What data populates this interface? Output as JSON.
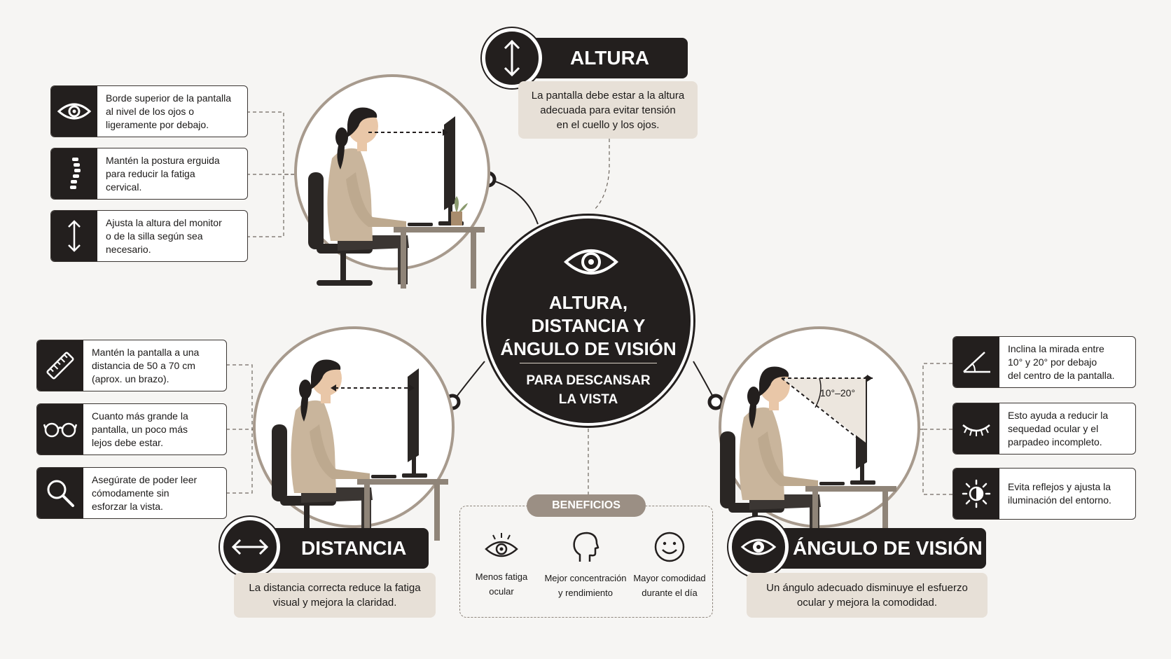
{
  "center": {
    "title_lines": [
      "ALTURA,",
      "DISTANCIA Y",
      "ÁNGULO DE VISIÓN"
    ],
    "subtitle_lines": [
      "PARA DESCANSAR",
      "LA VISTA"
    ],
    "icon": "eye-icon"
  },
  "altura": {
    "title": "ALTURA",
    "icon": "vertical-arrows-icon",
    "note_lines": [
      "La pantalla debe estar a la altura",
      "adecuada para evitar tensión",
      "en el cuello y los ojos."
    ],
    "tips": [
      {
        "icon": "eye-icon",
        "lines": [
          "Borde superior de la pantalla",
          "al nivel de los ojos o",
          "ligeramente por debajo."
        ]
      },
      {
        "icon": "spine-icon",
        "lines": [
          "Mantén la postura erguida",
          "para reducir la fatiga",
          "cervical."
        ]
      },
      {
        "icon": "vertical-arrows-icon",
        "lines": [
          "Ajusta la altura del monitor",
          "o de la silla según sea",
          "necesario."
        ]
      }
    ]
  },
  "distancia": {
    "title": "DISTANCIA",
    "icon": "horizontal-arrows-icon",
    "note_lines": [
      "La distancia correcta reduce la fatiga",
      "visual y mejora la claridad."
    ],
    "tips": [
      {
        "icon": "ruler-icon",
        "lines": [
          "Mantén la pantalla a una",
          "distancia de 50 a 70 cm",
          "(aprox. un brazo)."
        ]
      },
      {
        "icon": "glasses-icon",
        "lines": [
          "Cuanto más grande la",
          "pantalla, un poco más",
          "lejos debe estar."
        ]
      },
      {
        "icon": "magnifier-icon",
        "lines": [
          "Asegúrate de poder leer",
          "cómodamente sin",
          "esforzar la vista."
        ]
      }
    ]
  },
  "angulo": {
    "title": "ÁNGULO DE VISIÓN",
    "icon": "eye-icon",
    "angle_label": "10°–20°",
    "note_lines": [
      "Un ángulo adecuado disminuye el esfuerzo",
      "ocular y mejora la comodidad."
    ],
    "tips": [
      {
        "icon": "angle-icon",
        "lines": [
          "Inclina la mirada entre",
          "10° y 20° por debajo",
          "del centro de la pantalla."
        ]
      },
      {
        "icon": "closed-eye-icon",
        "lines": [
          "Esto ayuda a reducir la",
          "sequedad ocular y el",
          "parpadeo incompleto."
        ]
      },
      {
        "icon": "brightness-icon",
        "lines": [
          "Evita reflejos y ajusta la",
          "iluminación del entorno."
        ]
      }
    ]
  },
  "beneficios": {
    "title": "BENEFICIOS",
    "items": [
      {
        "icon": "eye-icon",
        "lines": [
          "Menos fatiga",
          "ocular"
        ]
      },
      {
        "icon": "head-profile-icon",
        "lines": [
          "Mejor concentración",
          "y rendimiento"
        ]
      },
      {
        "icon": "smile-icon",
        "lines": [
          "Mayor comodidad",
          "durante el día"
        ]
      }
    ]
  },
  "colors": {
    "dark": "#231f1e",
    "beige": "#e7e0d7",
    "taupe": "#9b8f84",
    "ring": "#a79a8d",
    "sweater": "#c9b59c"
  }
}
